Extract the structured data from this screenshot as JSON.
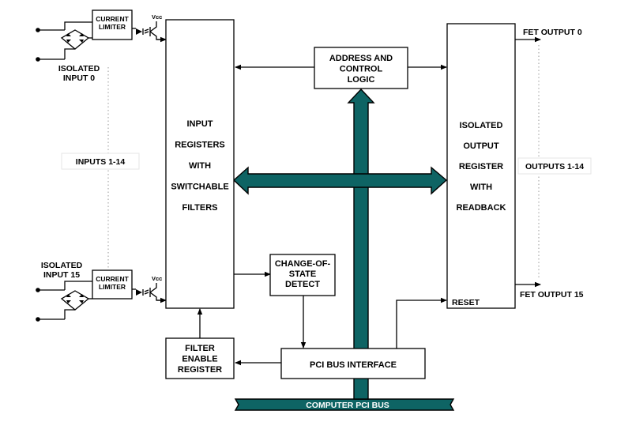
{
  "colors": {
    "bus": "#0e6464",
    "line": "#000000",
    "background": "#ffffff"
  },
  "labels": {
    "current_limiter_top": [
      "CURRENT",
      "LIMITER"
    ],
    "current_limiter_bottom": [
      "CURRENT",
      "LIMITER"
    ],
    "vcc_top": "Vcc",
    "vcc_bottom": "Vcc",
    "isolated_input_0": [
      "ISOLATED",
      "INPUT 0"
    ],
    "isolated_input_15": [
      "ISOLATED",
      "INPUT 15"
    ],
    "inputs_1_14": "INPUTS 1-14",
    "input_registers": [
      "INPUT",
      "REGISTERS",
      "WITH",
      "SWITCHABLE",
      "FILTERS"
    ],
    "address_control": [
      "ADDRESS AND",
      "CONTROL",
      "LOGIC"
    ],
    "isolated_output": [
      "ISOLATED",
      "OUTPUT",
      "REGISTER",
      "WITH",
      "READBACK"
    ],
    "reset": "RESET",
    "fet_output_0": "FET OUTPUT 0",
    "outputs_1_14": "OUTPUTS 1-14",
    "fet_output_15": "FET OUTPUT 15",
    "change_of_state": [
      "CHANGE-OF-",
      "STATE",
      "DETECT"
    ],
    "filter_enable": [
      "FILTER",
      "ENABLE",
      "REGISTER"
    ],
    "pci_bus_interface": "PCI BUS INTERFACE",
    "computer_pci_bus": "COMPUTER PCI BUS"
  }
}
